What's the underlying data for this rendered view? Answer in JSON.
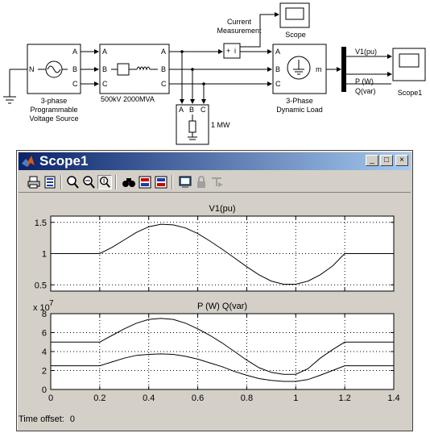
{
  "diagram": {
    "source": {
      "label_lines": [
        "3-phase",
        "Programmable",
        "Voltage Source"
      ],
      "port_n": "N",
      "ports": [
        "A",
        "B",
        "C"
      ]
    },
    "line": {
      "label": "500kV 2000MVA",
      "ports_in": [
        "A",
        "B",
        "C"
      ],
      "ports_out": [
        "A",
        "B",
        "C"
      ]
    },
    "current_measurement": {
      "label_lines": [
        "Current",
        "Measurement"
      ],
      "plus": "+",
      "ratio": "i"
    },
    "scope_small": {
      "label": "Scope"
    },
    "load": {
      "label_lines": [
        "3-Phase",
        "Dynamic Load"
      ],
      "ports": [
        "A",
        "B",
        "C"
      ],
      "port_m": "m"
    },
    "res_load": {
      "label": "1 MW",
      "ports": [
        "A",
        "B",
        "C"
      ]
    },
    "bus_signals": [
      "V1(pu)",
      "P (W)",
      "Q(var)"
    ],
    "scope1": {
      "label": "Scope1"
    }
  },
  "window": {
    "title": "Scope1",
    "buttons": {
      "minimize": "_",
      "maximize": "□",
      "close": "×"
    },
    "toolbar": [
      "print-icon",
      "parameters-icon",
      "zoom-in-icon",
      "zoom-x-icon",
      "zoom-y-icon",
      "autoscale-icon",
      "save-axes-icon",
      "restore-axes-icon",
      "floating-scope-icon",
      "lock-icon",
      "signal-selector-icon"
    ],
    "time_offset_label": "Time offset:",
    "time_offset_value": "0"
  },
  "chart_data": [
    {
      "type": "line",
      "title": "V1(pu)",
      "xlim": [
        0,
        1.4
      ],
      "ylim": [
        0.4,
        1.6
      ],
      "yticks": [
        0.5,
        1,
        1.5
      ],
      "ytick_labels": [
        "0.5",
        "1",
        "1.5"
      ],
      "xticks": [
        0,
        0.2,
        0.4,
        0.6,
        0.8,
        1,
        1.2,
        1.4
      ],
      "xtick_labels": [
        "0",
        "0.2",
        "0.4",
        "0.6",
        "0.8",
        "1",
        "1.2",
        "1.4"
      ],
      "grid": true,
      "series": [
        {
          "x": [
            0,
            0.2,
            0.25,
            0.3,
            0.35,
            0.4,
            0.45,
            0.5,
            0.55,
            0.6,
            0.65,
            0.7,
            0.75,
            0.8,
            0.85,
            0.9,
            0.95,
            1.0,
            1.05,
            1.1,
            1.15,
            1.2,
            1.4
          ],
          "y": [
            1.0,
            1.0,
            1.1,
            1.22,
            1.34,
            1.43,
            1.47,
            1.46,
            1.41,
            1.32,
            1.2,
            1.07,
            0.93,
            0.79,
            0.66,
            0.56,
            0.51,
            0.51,
            0.56,
            0.66,
            0.8,
            1.0,
            1.0
          ]
        }
      ]
    },
    {
      "type": "line",
      "title": "P (W) Q(var)",
      "exponent_label": "x 10",
      "exponent": "7",
      "xlim": [
        0,
        1.4
      ],
      "ylim": [
        0,
        8
      ],
      "yticks": [
        0,
        2,
        4,
        6,
        8
      ],
      "ytick_labels": [
        "0",
        "2",
        "4",
        "6",
        "8"
      ],
      "xticks": [
        0,
        0.2,
        0.4,
        0.6,
        0.8,
        1,
        1.2,
        1.4
      ],
      "xtick_labels": [
        "0",
        "0.2",
        "0.4",
        "0.6",
        "0.8",
        "1",
        "1.2",
        "1.4"
      ],
      "grid": true,
      "series": [
        {
          "x": [
            0,
            0.2,
            0.25,
            0.3,
            0.35,
            0.4,
            0.45,
            0.5,
            0.55,
            0.6,
            0.65,
            0.7,
            0.75,
            0.8,
            0.85,
            0.9,
            0.95,
            1.0,
            1.05,
            1.1,
            1.15,
            1.2,
            1.4
          ],
          "y": [
            5.0,
            5.0,
            5.7,
            6.4,
            7.0,
            7.4,
            7.5,
            7.4,
            7.0,
            6.4,
            5.7,
            4.9,
            4.0,
            3.1,
            2.3,
            1.8,
            1.6,
            1.6,
            2.2,
            3.3,
            4.2,
            5.0,
            5.0
          ]
        },
        {
          "x": [
            0,
            0.2,
            0.25,
            0.3,
            0.35,
            0.4,
            0.45,
            0.5,
            0.55,
            0.6,
            0.65,
            0.7,
            0.75,
            0.8,
            0.85,
            0.9,
            0.95,
            1.0,
            1.05,
            1.1,
            1.15,
            1.2,
            1.4
          ],
          "y": [
            2.5,
            2.5,
            2.9,
            3.3,
            3.6,
            3.7,
            3.75,
            3.7,
            3.5,
            3.2,
            2.8,
            2.4,
            1.9,
            1.5,
            1.15,
            0.95,
            0.85,
            0.85,
            1.05,
            1.5,
            2.0,
            2.5,
            2.5
          ]
        }
      ]
    }
  ]
}
